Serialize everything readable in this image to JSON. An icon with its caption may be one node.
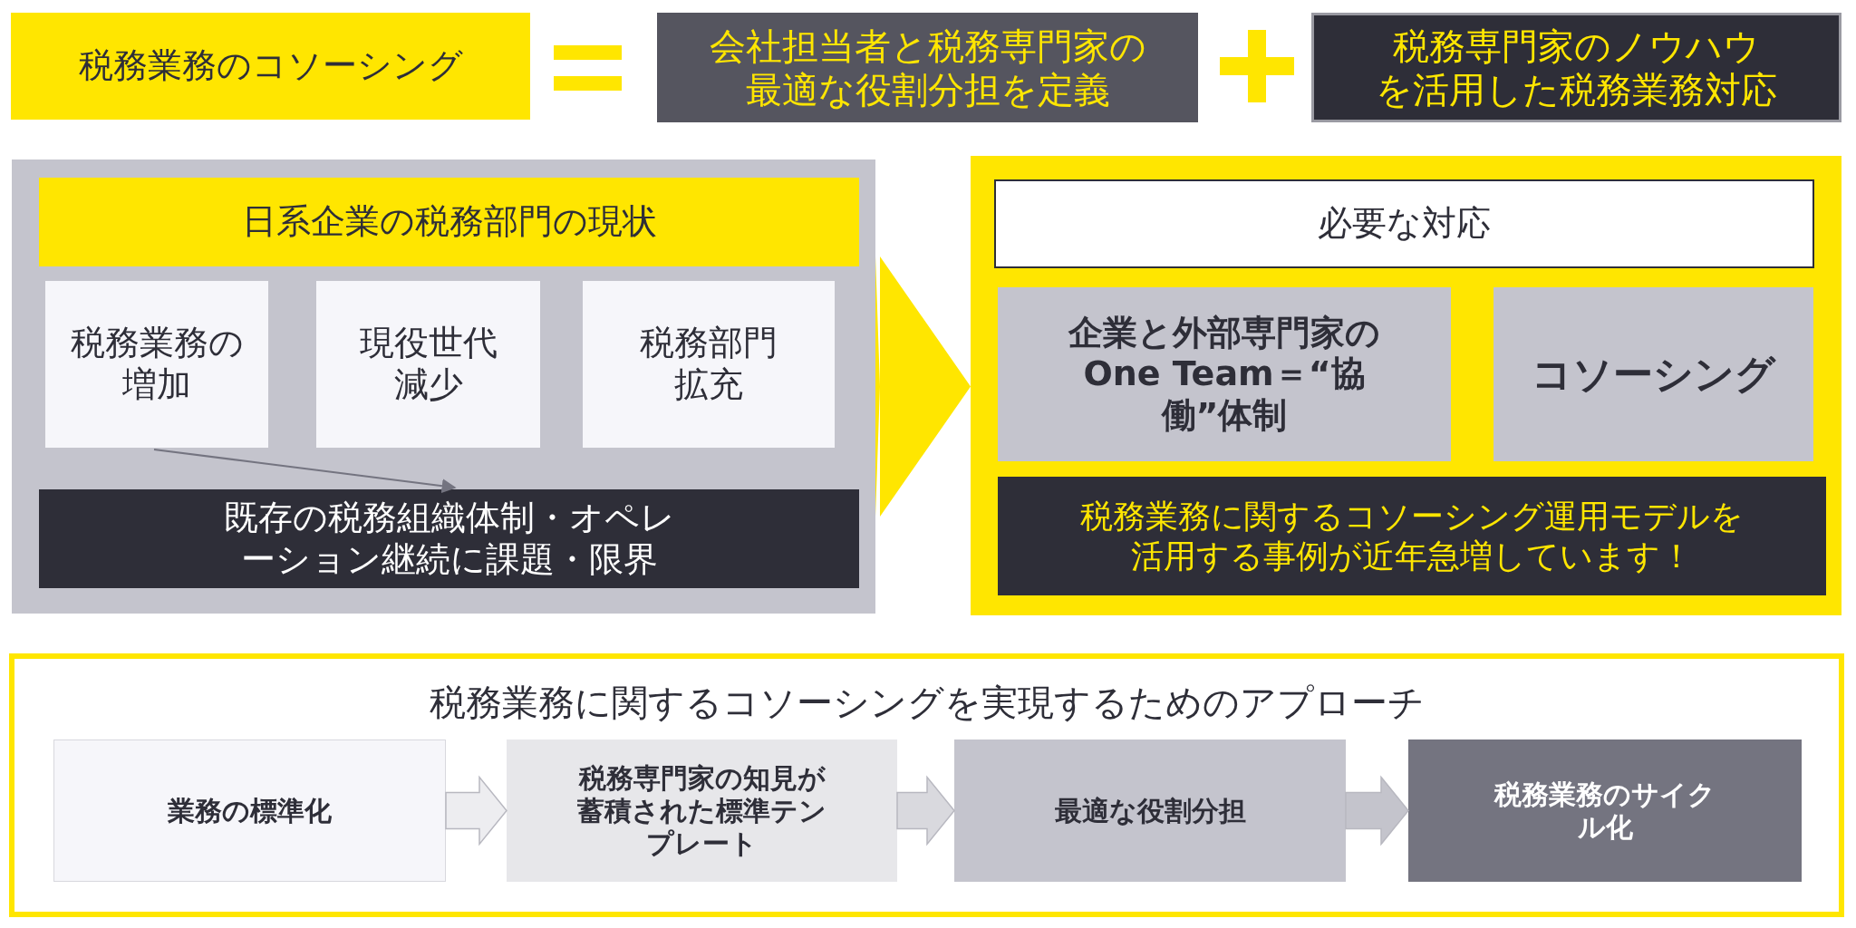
{
  "diagram": {
    "nodes": [
      {
        "text": [
          "税務業務のコソーシング"
        ]
      },
      {
        "text": [
          "会社担当者と税務専門家の最適な役割分担を定義"
        ]
      },
      {
        "text": [
          "税務専門家のノウハウを活用した税務業務対応"
        ]
      },
      {
        "text": [],
        "shape": "box"
      },
      {
        "text": [
          "日系企業の税務部門の現状"
        ],
        "in": 3
      },
      {
        "text": [
          "税務業務の増加"
        ],
        "in": 3
      },
      {
        "text": [
          "現役世代減少"
        ],
        "in": 3
      },
      {
        "text": [
          "税務部門拡充"
        ],
        "in": 3
      },
      {
        "text": [
          "既存の税務組織体制・オペレーション継続に課題・限界"
        ],
        "in": 3
      },
      {
        "text": [],
        "shape": "box"
      },
      {
        "text": [
          "必要な対応"
        ],
        "in": 9
      },
      {
        "text": [
          "企業と外部専門家のOne Team＝“協働”体制"
        ],
        "in": 9
      },
      {
        "text": [
          "コソーシング"
        ],
        "in": 9
      },
      {
        "text": [
          "税務業務に関するコソーシング運用モデルを活用する事例が近年急増しています！"
        ],
        "in": 9
      },
      {
        "text": [
          "税務業務に関するコソーシングを実現するためのアプローチ"
        ]
      },
      {
        "text": [
          "業務の標準化"
        ],
        "in": 14
      },
      {
        "text": [
          "税務専門家の知見が蓄積された標準テンプレート"
        ],
        "in": 14
      },
      {
        "text": [
          "最適な役割分担"
        ],
        "in": 14
      },
      {
        "text": [
          "税務業務のサイクル化"
        ],
        "in": 14
      }
    ],
    "edges": [
      {
        "from": 5,
        "to": 8,
        "arrow": "to"
      },
      {
        "from": 3,
        "to": 9,
        "arrow": "to",
        "style": "thick",
        "color": "#ffe600"
      },
      {
        "from": 15,
        "to": 16,
        "arrow": "to",
        "style": "thick",
        "color": "#ededf0"
      },
      {
        "from": 16,
        "to": 17,
        "arrow": "to",
        "style": "thick",
        "color": "#d9d9de"
      },
      {
        "from": 17,
        "to": 18,
        "arrow": "to",
        "style": "thick",
        "color": "#c4c4cc"
      }
    ]
  }
}
